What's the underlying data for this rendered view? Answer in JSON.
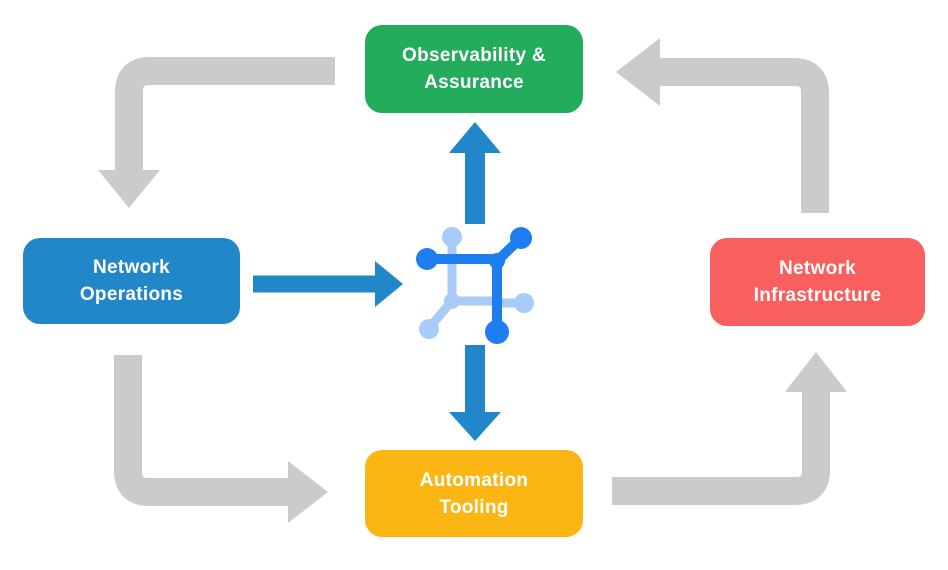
{
  "diagram": {
    "nodes": {
      "observability": {
        "line1": "Observability &",
        "line2": "Assurance",
        "color": "#23AC5C"
      },
      "operations": {
        "line1": "Network",
        "line2": "Operations",
        "color": "#2187C8"
      },
      "infrastructure": {
        "line1": "Network",
        "line2": "Infrastructure",
        "color": "#F95F5F"
      },
      "automation": {
        "line1": "Automation",
        "line2": "Tooling",
        "color": "#FBB614"
      }
    },
    "flows": {
      "cycle": [
        {
          "from": "Observability & Assurance",
          "to": "Network Operations"
        },
        {
          "from": "Network Operations",
          "to": "Automation Tooling"
        },
        {
          "from": "Automation Tooling",
          "to": "Network Infrastructure"
        },
        {
          "from": "Network Infrastructure",
          "to": "Observability & Assurance"
        }
      ],
      "center": [
        {
          "from": "Network Operations",
          "to": "center-network-icon"
        },
        {
          "from": "center-network-icon",
          "to": "Observability & Assurance"
        },
        {
          "from": "center-network-icon",
          "to": "Automation Tooling"
        }
      ]
    },
    "center_icon": "network-nodes-icon",
    "colors": {
      "green": "#23AC5C",
      "blue": "#2187C8",
      "red": "#F95F5F",
      "yellow": "#FBB614",
      "gray_arrow": "#CBCBCB",
      "icon_primary": "#1E7EF0",
      "icon_secondary": "#A8CBF7",
      "text": "#FFFFFF",
      "background": "#FFFFFF"
    }
  }
}
